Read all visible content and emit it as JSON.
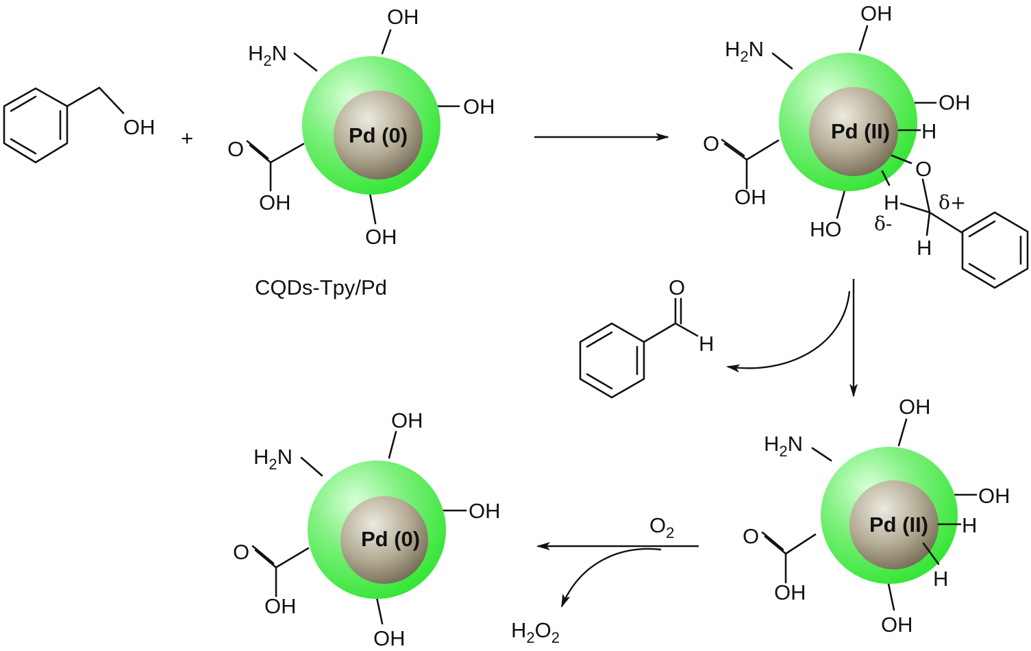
{
  "labels": {
    "oh": "OH",
    "ho": "HO",
    "o": "O",
    "h": "H",
    "h2n_h": "H",
    "h2n_sub": "2",
    "h2n_n": "N",
    "plus": "+",
    "catalyst_name": "CQDs-Tpy/Pd",
    "pd0": "Pd (0)",
    "pd2": "Pd (II)",
    "delta_plus": "δ+",
    "delta_minus": "δ-",
    "o2_o": "O",
    "o2_sub": "2",
    "h2o2_h": "H",
    "h2o2_sub1": "2",
    "h2o2_o": "O",
    "h2o2_sub2": "2"
  },
  "colors": {
    "shell_outer": "#33e533",
    "shell_highlight": "#d8ffd8",
    "core_outer": "#6e6650",
    "core_highlight": "#ece9df",
    "ink": "#111111"
  }
}
